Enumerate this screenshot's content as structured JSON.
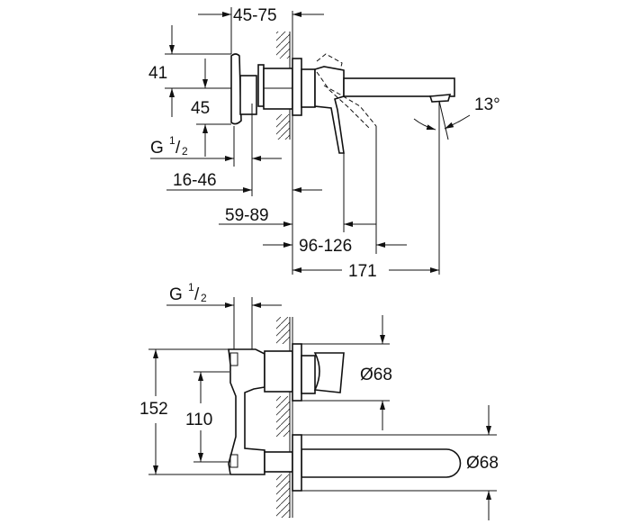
{
  "side_view": {
    "dims": {
      "d45_75": "45-75",
      "d41": "41",
      "d45": "45",
      "thread_g": "G",
      "thread_num": "1",
      "thread_den": "2",
      "d16_46": "16-46",
      "d59_89": "59-89",
      "d96_126": "96-126",
      "d171": "171",
      "angle": "13°"
    }
  },
  "front_view": {
    "dims": {
      "thread_g": "G",
      "thread_num": "1",
      "thread_den": "2",
      "d152": "152",
      "d110": "110",
      "dia_handle": "Ø68",
      "dia_spout": "Ø68"
    }
  }
}
